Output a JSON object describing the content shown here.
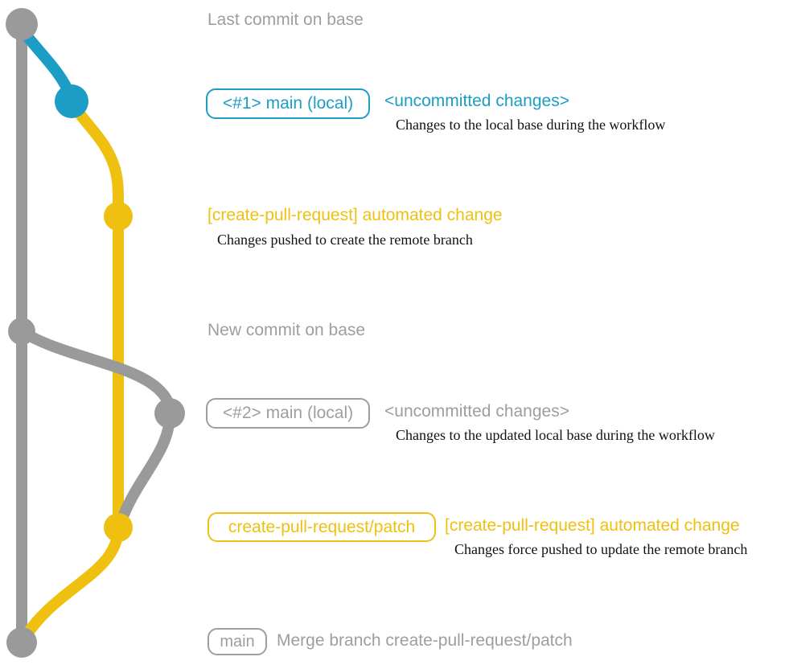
{
  "colors": {
    "gray_line": "#9a9a9a",
    "gray_text": "#9e9e9e",
    "blue": "#1b9dc6",
    "yellow": "#f0c011",
    "desc_text": "#111111"
  },
  "graph": {
    "base_branch_note_1": "Last commit on base",
    "base_branch_note_2": "New commit on base",
    "commit_count_visible": 7
  },
  "annotations": {
    "last_commit": "Last commit on base",
    "branch1_label": "<#1> main (local)",
    "uncommitted1": "<uncommitted changes>",
    "desc1": "Changes to the local base during the workflow",
    "automated_change1": "[create-pull-request] automated change",
    "desc2": "Changes pushed to create the remote branch",
    "new_commit": "New commit on base",
    "branch2_label": "<#2> main (local)",
    "uncommitted2": "<uncommitted changes>",
    "desc3": "Changes to the updated local base during the workflow",
    "patch_branch_label": "create-pull-request/patch",
    "automated_change2": "[create-pull-request] automated change",
    "desc4": "Changes force pushed to update the remote branch",
    "main_label": "main",
    "merge_commit": "Merge branch create-pull-request/patch"
  }
}
